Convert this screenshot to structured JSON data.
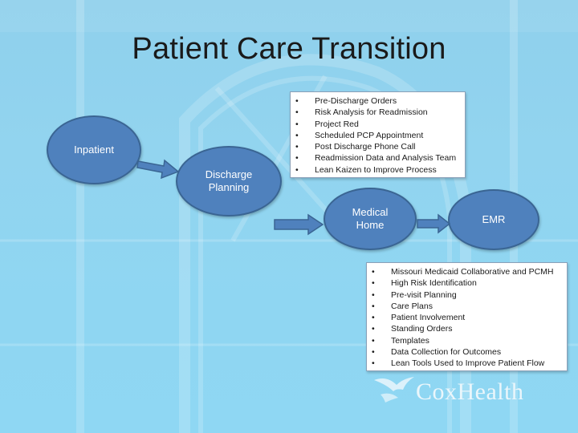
{
  "title": "Patient Care Transition",
  "nodes": {
    "inpatient": "Inpatient",
    "discharge": "Discharge\nPlanning",
    "medical_home": "Medical\nHome",
    "emr": "EMR"
  },
  "discharge_list": [
    "Pre-Discharge Orders",
    "Risk Analysis for Readmission",
    "Project Red",
    "Scheduled PCP Appointment",
    "Post Discharge Phone Call",
    "Readmission Data and Analysis Team",
    "Lean Kaizen to Improve Process"
  ],
  "medical_home_list": [
    "Missouri Medicaid Collaborative and PCMH",
    "High Risk Identification",
    "Pre-visit Planning",
    "Care Plans",
    "Patient Involvement",
    "Standing Orders",
    "Templates",
    "Data Collection for Outcomes",
    "Lean Tools Used to Improve Patient Flow"
  ],
  "logo": {
    "text": "CoxHealth"
  },
  "colors": {
    "background": "#8fd5f1",
    "node_fill": "#4f81bd",
    "node_border": "#3a6593"
  }
}
